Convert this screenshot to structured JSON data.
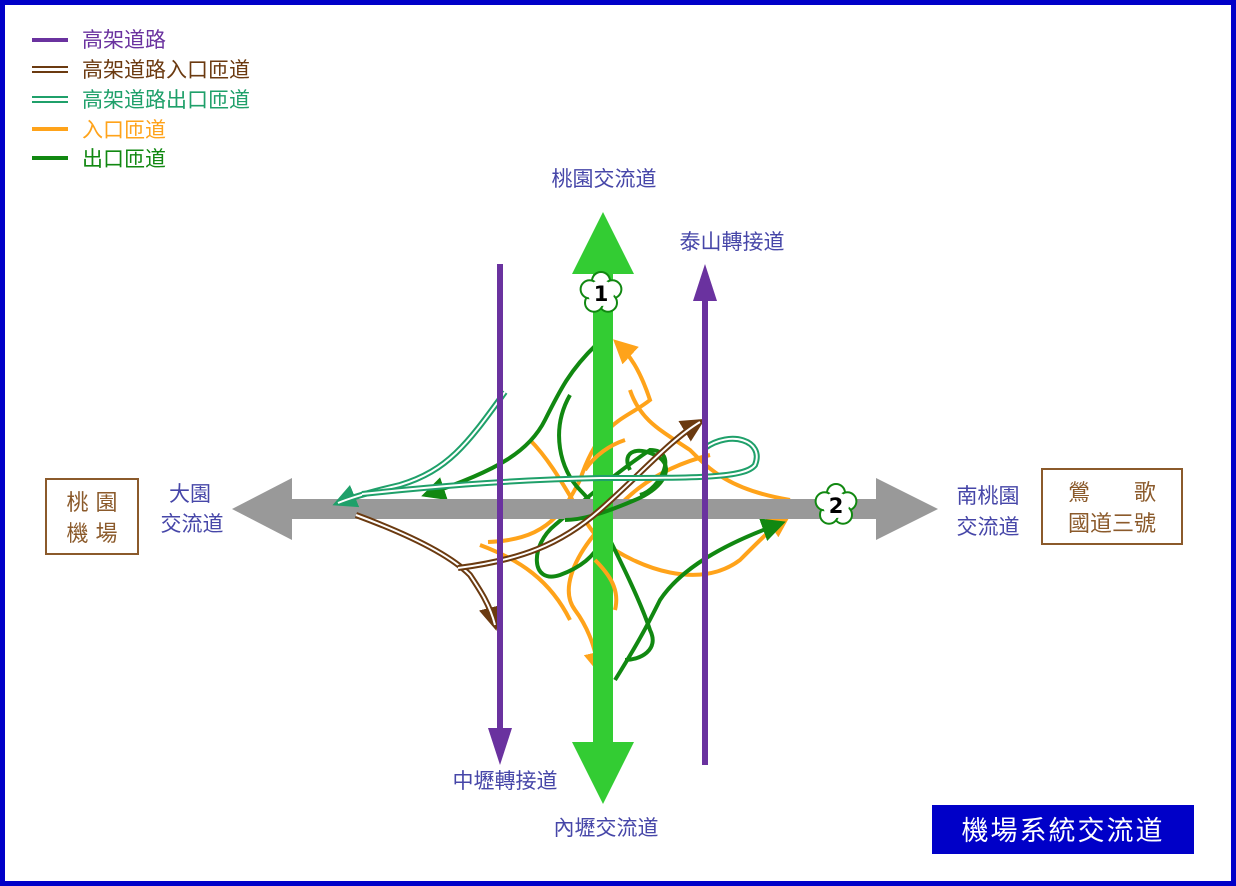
{
  "legend": {
    "items": [
      {
        "label": "高架道路",
        "color": "#6a329f",
        "style": "single"
      },
      {
        "label": "高架道路入口匝道",
        "color": "#6b3a10",
        "style": "double"
      },
      {
        "label": "高架道路出口匝道",
        "color": "#1fa06a",
        "style": "double"
      },
      {
        "label": "入口匝道",
        "color": "#ffa31a",
        "style": "single"
      },
      {
        "label": "出口匝道",
        "color": "#118811",
        "style": "single"
      }
    ]
  },
  "labels": {
    "north": "桃園交流道",
    "south": "內壢交流道",
    "east": [
      "南桃園",
      "交流道"
    ],
    "west": [
      "大園",
      "交流道"
    ],
    "taishan": "泰山轉接道",
    "zhongli": "中壢轉接道"
  },
  "boxes": {
    "airport": [
      "桃 園",
      "機 場"
    ],
    "yingge": [
      "鶯　　歌",
      "國道三號"
    ]
  },
  "badges": {
    "freeway1": "1",
    "freeway2": "2"
  },
  "title": "機場系統交流道",
  "colors": {
    "border": "#0000c8",
    "freeway1": "#33cc33",
    "freeway2": "#999999",
    "elevated": "#6a329f",
    "entrance": "#ffa31a",
    "exit": "#118811",
    "elevated_entrance": "#6b3a10",
    "elevated_exit": "#1fa06a",
    "label": "#4646a8",
    "box": "#8b5a2b",
    "title_bg": "#0000c8"
  }
}
